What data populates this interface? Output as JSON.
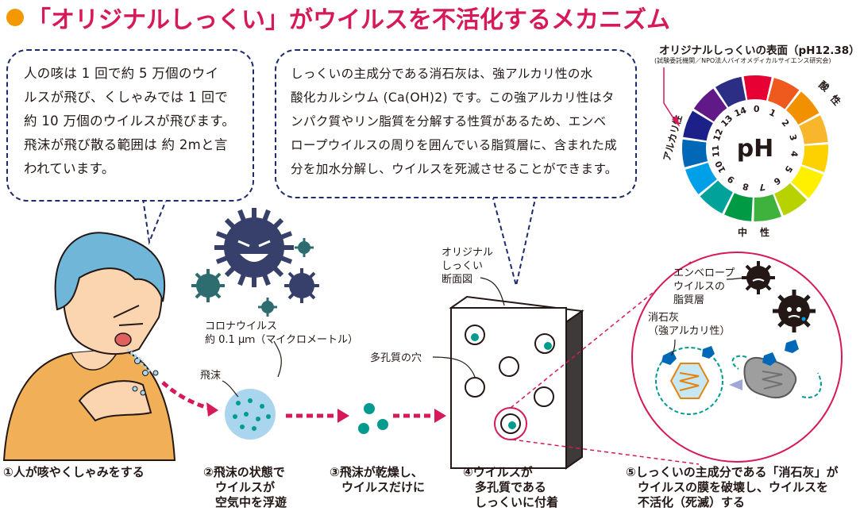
{
  "title": "「オリジナルしっくい」がウイルスを不活化するメカニズム",
  "bubble_left": [
    "人の咳は 1 回で約 5 万個のウイ",
    "ルスが飛び、くしゃみでは 1 回で",
    "約 10 万個のウイルスが飛びます。",
    "飛沫が飛び散る範囲は 約 2mと言",
    "われています。"
  ],
  "bubble_center": [
    "しっくいの主成分である消石灰は、強アルカリ性の水",
    "酸化カルシウム (Ca(OH)2) です。この強アルカリ性はタ",
    "ンパク質やリン脂質を分解する性質があるため、エンベ",
    "ロープウイルスの周りを囲んでいる脂質層に、含まれた成",
    "分を加水分解し、ウイルスを死滅させることができます。"
  ],
  "ph_chart": {
    "title": "オリジナルしっくいの表面（pH12.38）",
    "subtitle": "(試験委託機関／NPO法人バイオメディカルサイエンス研究会)",
    "center_label": "pH",
    "numbers": [
      "0",
      "1",
      "2",
      "3",
      "4",
      "5",
      "6",
      "7",
      "8",
      "9",
      "10",
      "11",
      "12",
      "13",
      "14"
    ],
    "acid_label": [
      "酸",
      "性"
    ],
    "neutral_label": [
      "中",
      "性"
    ],
    "alkaline_label": "アルカリ性",
    "colors": [
      "#e60033",
      "#ee5a1e",
      "#f29100",
      "#f8b62d",
      "#fdd000",
      "#fff000",
      "#b8d200",
      "#3fb23d",
      "#009944",
      "#00a29a",
      "#00a0e9",
      "#0068b7",
      "#1d2088",
      "#601986",
      "#2c2d84"
    ]
  },
  "labels": {
    "corona": [
      "コロナウイルス",
      "約 0.1 μｍ（マイクロメートル）"
    ],
    "droplet": "飛沫",
    "original_section": [
      "オリジナル",
      "しっくい",
      "断面図"
    ],
    "pores": "多孔質の穴",
    "envelope": [
      "エンベロープ",
      "ウイルスの",
      "脂質層"
    ],
    "slaked_lime": [
      "消石灰",
      "（強アルカリ性）"
    ]
  },
  "steps": [
    [
      "①人が咳やくしゃみをする"
    ],
    [
      "②飛沫の状態で",
      "　ウイルスが",
      "　空気中を浮遊"
    ],
    [
      "③飛沫が乾燥し、",
      "　ウイルスだけに"
    ],
    [
      "④ウイルスが",
      "　多孔質である",
      "　しっくいに付着"
    ],
    [
      "⑤しっくいの主成分である「消石灰」が",
      "　ウイルスの膜を破壊し、ウイルスを",
      "　不活化（死滅）する"
    ]
  ]
}
